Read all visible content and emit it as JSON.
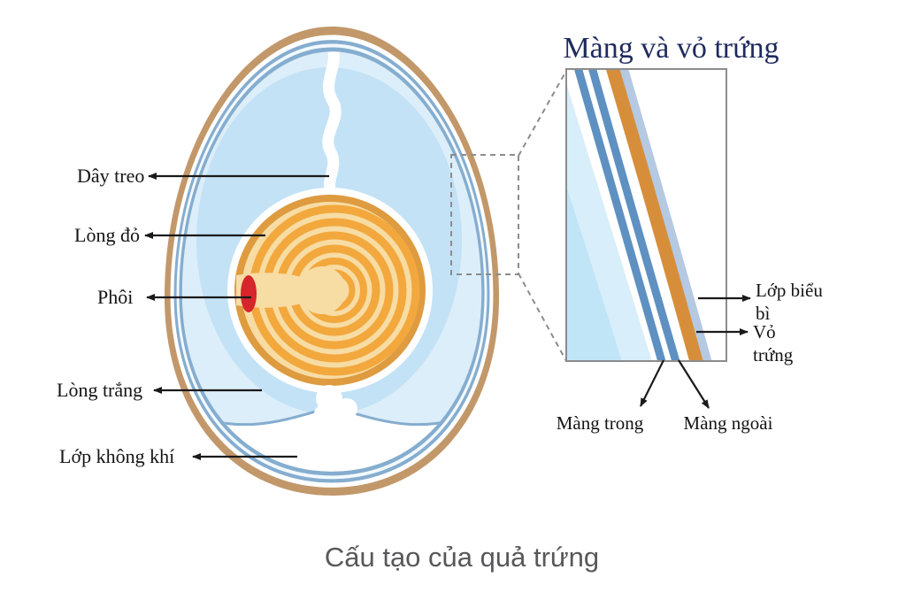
{
  "diagram": {
    "title_inset": "Màng và vỏ trứng",
    "caption": "Cấu tạo của quả trứng",
    "labels": {
      "day_treo": "Dây treo",
      "long_do": "Lòng đỏ",
      "phoi": "Phôi",
      "long_trang": "Lòng trắng",
      "lop_khong_khi": "Lớp không khí",
      "lop_bieu_bi": "Lớp biểu bì",
      "vo_trung": "Vỏ trứng",
      "mang_trong": "Màng trong",
      "mang_ngoai": "Màng ngoài"
    },
    "colors": {
      "shell": "#C2986A",
      "membrane": "#85ADCF",
      "egg_white": "#DCEEF9",
      "egg_white_deep": "#C3E2F6",
      "yolk_rim": "#DE9B3F",
      "yolk_ring": "#F2A83D",
      "yolk_light": "#F7DCA4",
      "embryo": "#D6252B",
      "inset_membrane": "#5E90C2",
      "inset_shell": "#D78E3B",
      "inset_cuticle": "#B5C9E3",
      "inset_white_zone1": "#D8EEFA",
      "inset_white_zone2": "#C0E5F7",
      "title": "#1F2A5E",
      "caption": "#58585A",
      "label_text": "#141414",
      "line": "#1A1A1A",
      "frame": "#8C8C8C"
    }
  }
}
